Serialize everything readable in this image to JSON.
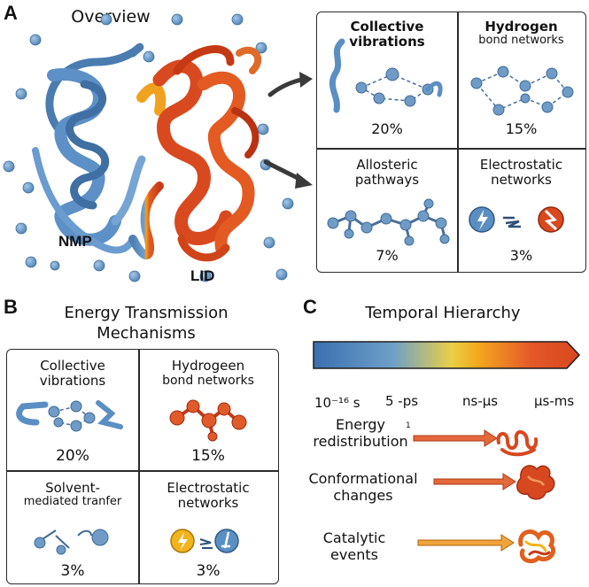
{
  "panel_a": {
    "letter": "A",
    "title": "Overview",
    "nmp_label": "NMP",
    "lid_label": "LID",
    "cells": [
      {
        "title": "Collective vibrations",
        "line1": "Collective",
        "line2": "vibrations",
        "percent": "20%"
      },
      {
        "title": "Hydrogen bond networks",
        "line1": "Hydrogen",
        "line2": "bond networks",
        "percent": "15%"
      },
      {
        "title": "Allosteric pathways",
        "line1": "Allosteric",
        "line2": "pathways",
        "percent": "7%"
      },
      {
        "title": "Electrostatic networks",
        "line1": "Electrostatic",
        "line2": "networks",
        "percent": "3%"
      }
    ]
  },
  "panel_b": {
    "letter": "B",
    "title_line1": "Energy Transmission",
    "title_line2": "Mechanisms",
    "cells": [
      {
        "line1": "Collective",
        "line2": "vibrations",
        "percent": "20%"
      },
      {
        "line1": "Hydrogeen",
        "line2": "bond networks",
        "percent": "15%"
      },
      {
        "line1": "Solvent-",
        "line2": "mediated tranfer",
        "percent": "3%"
      },
      {
        "line1": "Electrostatic",
        "line2": "networks",
        "percent": "3%"
      }
    ]
  },
  "panel_c": {
    "letter": "C",
    "title": "Temporal Hierarchy",
    "scale_labels": [
      "10⁻¹⁶ s",
      "5 -ps",
      "ns-μs",
      "μs-ms"
    ],
    "footnote_mark": "1",
    "rows": [
      {
        "line1": "Energy",
        "line2": "redistribution"
      },
      {
        "line1": "Conformational",
        "line2": "changes"
      },
      {
        "line1": "Catalytic",
        "line2": "events"
      }
    ]
  },
  "colors": {
    "blue": "#5b8fc4",
    "orange_red": "#d9491f",
    "yellow": "#f2b41c",
    "border": "#2b2b2b"
  }
}
